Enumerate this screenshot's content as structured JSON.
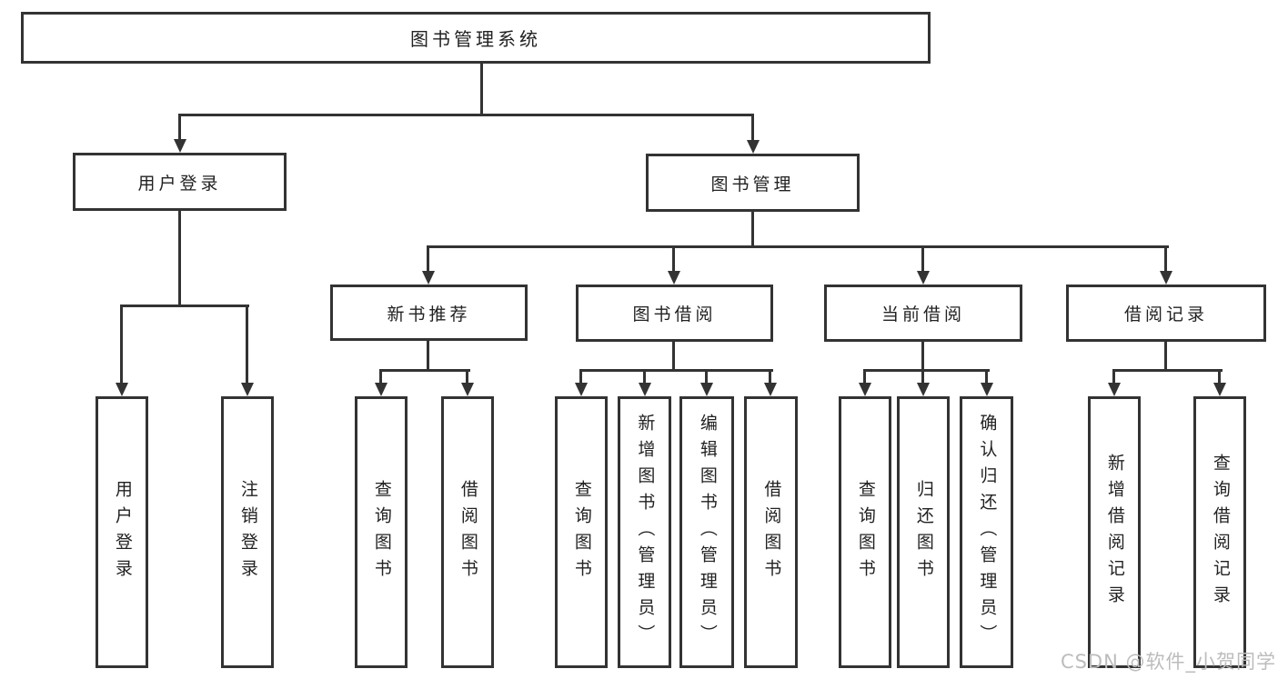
{
  "colors": {
    "line": "#333333",
    "text": "#222222",
    "background": "#ffffff",
    "watermark": "#bcbcbc"
  },
  "watermark": {
    "text": "CSDN @软件_小贺同学"
  },
  "tree": {
    "label": "图书管理系统",
    "children": [
      {
        "label": "用户登录",
        "children": [
          {
            "label": "用户登录"
          },
          {
            "label": "注销登录"
          }
        ]
      },
      {
        "label": "图书管理",
        "children": [
          {
            "label": "新书推荐",
            "children": [
              {
                "label": "查询图书"
              },
              {
                "label": "借阅图书"
              }
            ]
          },
          {
            "label": "图书借阅",
            "children": [
              {
                "label": "查询图书"
              },
              {
                "label": "新增图书（管理员）"
              },
              {
                "label": "编辑图书（管理员）"
              },
              {
                "label": "借阅图书"
              }
            ]
          },
          {
            "label": "当前借阅",
            "children": [
              {
                "label": "查询图书"
              },
              {
                "label": "归还图书"
              },
              {
                "label": "确认归还（管理员）"
              }
            ]
          },
          {
            "label": "借阅记录",
            "children": [
              {
                "label": "新增借阅记录"
              },
              {
                "label": "查询借阅记录"
              }
            ]
          }
        ]
      }
    ]
  }
}
